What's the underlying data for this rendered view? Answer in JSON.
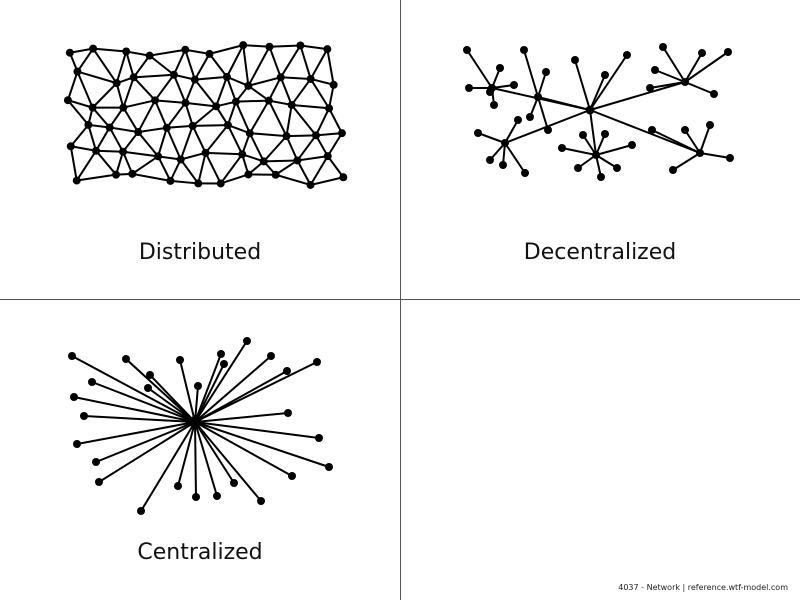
{
  "panels": {
    "distributed": {
      "label": "Distributed"
    },
    "decentralized": {
      "label": "Decentralized"
    },
    "centralized": {
      "label": "Centralized"
    }
  },
  "footer": "4037 - Network | reference.wtf-model.com"
}
